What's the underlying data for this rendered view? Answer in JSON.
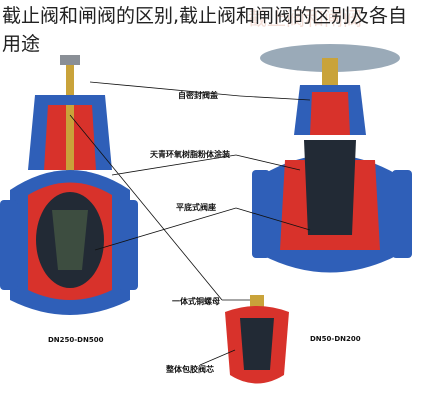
{
  "caption": "截止阀和闸阀的区别,截止阀和闸阀的区别及各自用途",
  "watermark": "截止阀和闸阀",
  "labels": {
    "l1": "自密封阀盖",
    "l2": "天青环氧树脂粉体涂装",
    "l3": "平底式阀座",
    "l4": "一体式铜螺母",
    "l5": "整体包胶阀芯"
  },
  "models": {
    "left": "DN250-DN500",
    "right": "DN50-DN200"
  },
  "colors": {
    "body_blue": "#2f5fb8",
    "cutaway_red": "#d8322b",
    "interior_dark": "#222a35",
    "handwheel": "#9aaab8"
  },
  "icons": [
    "left-gate-valve-illustration",
    "right-gate-valve-illustration",
    "wedge-detail-illustration"
  ]
}
